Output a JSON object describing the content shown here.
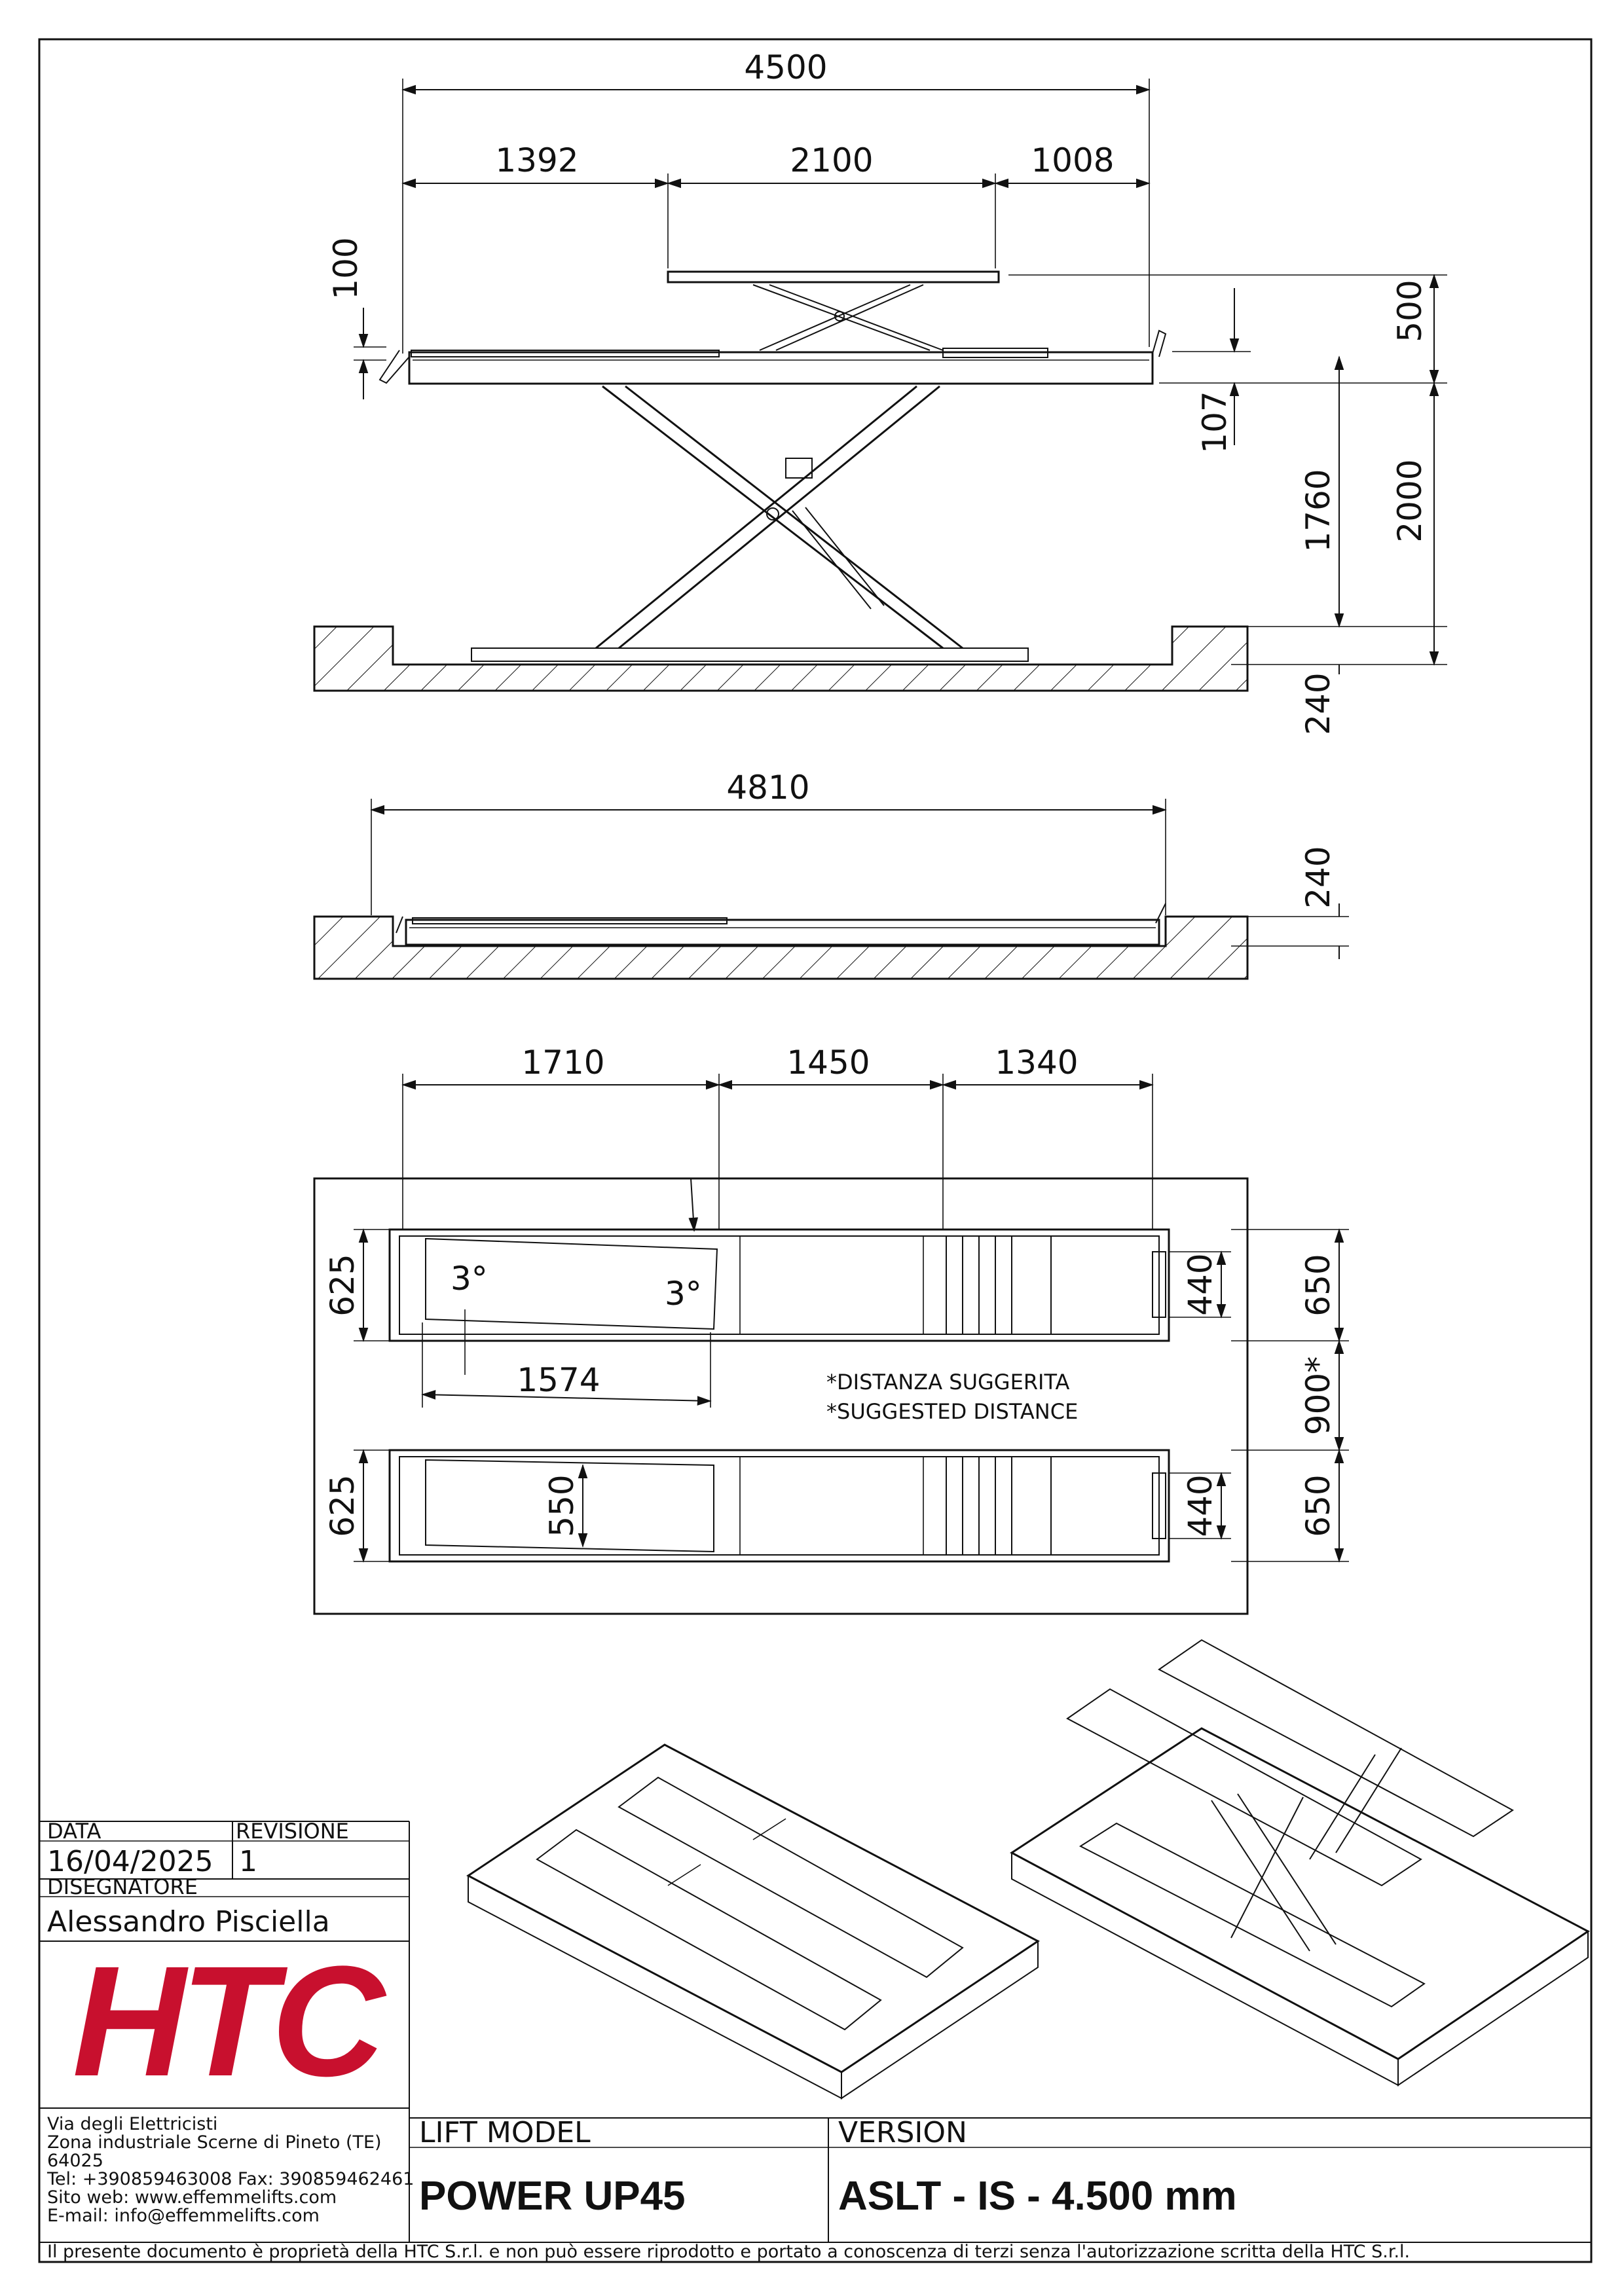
{
  "dimensions": {
    "side": {
      "overall_length": "4500",
      "left_offset": "1392",
      "aux_platform": "2100",
      "right_offset": "1008",
      "ramp_height": "100",
      "aux_lift": "500",
      "platform_thickness": "107",
      "lift_height_1760": "1760",
      "lift_height_2000": "2000",
      "pit_depth": "240"
    },
    "lowered": {
      "overall_length": "4810",
      "pit_depth": "240"
    },
    "top": {
      "seg_1": "1710",
      "seg_2": "1450",
      "seg_3": "1340",
      "angle_left": "3°",
      "angle_right": "3°",
      "plate_length": "1574",
      "plate_width": "550",
      "runway_width_left_top": "625",
      "runway_width_left_bottom": "625",
      "runway_width_right_top": "650",
      "runway_width_right_bottom": "650",
      "inner_width_top": "440",
      "inner_width_bottom": "440",
      "suggested_gap": "900*"
    },
    "notes": {
      "line_1": "*DISTANZA SUGGERITA",
      "line_2": "*SUGGESTED DISTANCE"
    }
  },
  "title_block": {
    "date_label": "DATA",
    "date_value": "16/04/2025",
    "revision_label": "REVISIONE",
    "revision_value": "1",
    "designer_label": "DISEGNATORE",
    "designer_value": "Alessandro Pisciella",
    "logo_text": "HTC",
    "address": [
      "Via degli Elettricisti",
      "Zona industriale Scerne di Pineto (TE)",
      "64025",
      "Tel: +390859463008 Fax: 390859462461",
      "Sito web: www.effemmelifts.com",
      "E-mail: info@effemmelifts.com"
    ],
    "model_label": "LIFT MODEL",
    "model_value": "POWER UP45",
    "version_label": "VERSION",
    "version_value": "ASLT - IS - 4.500 mm",
    "footer": "Il presente documento è proprietà della HTC S.r.l. e non può essere riprodotto e portato a conoscenza di terzi senza l'autorizzazione scritta della HTC S.r.l."
  },
  "colors": {
    "logo_red": "#c8102e",
    "line": "#111111"
  }
}
